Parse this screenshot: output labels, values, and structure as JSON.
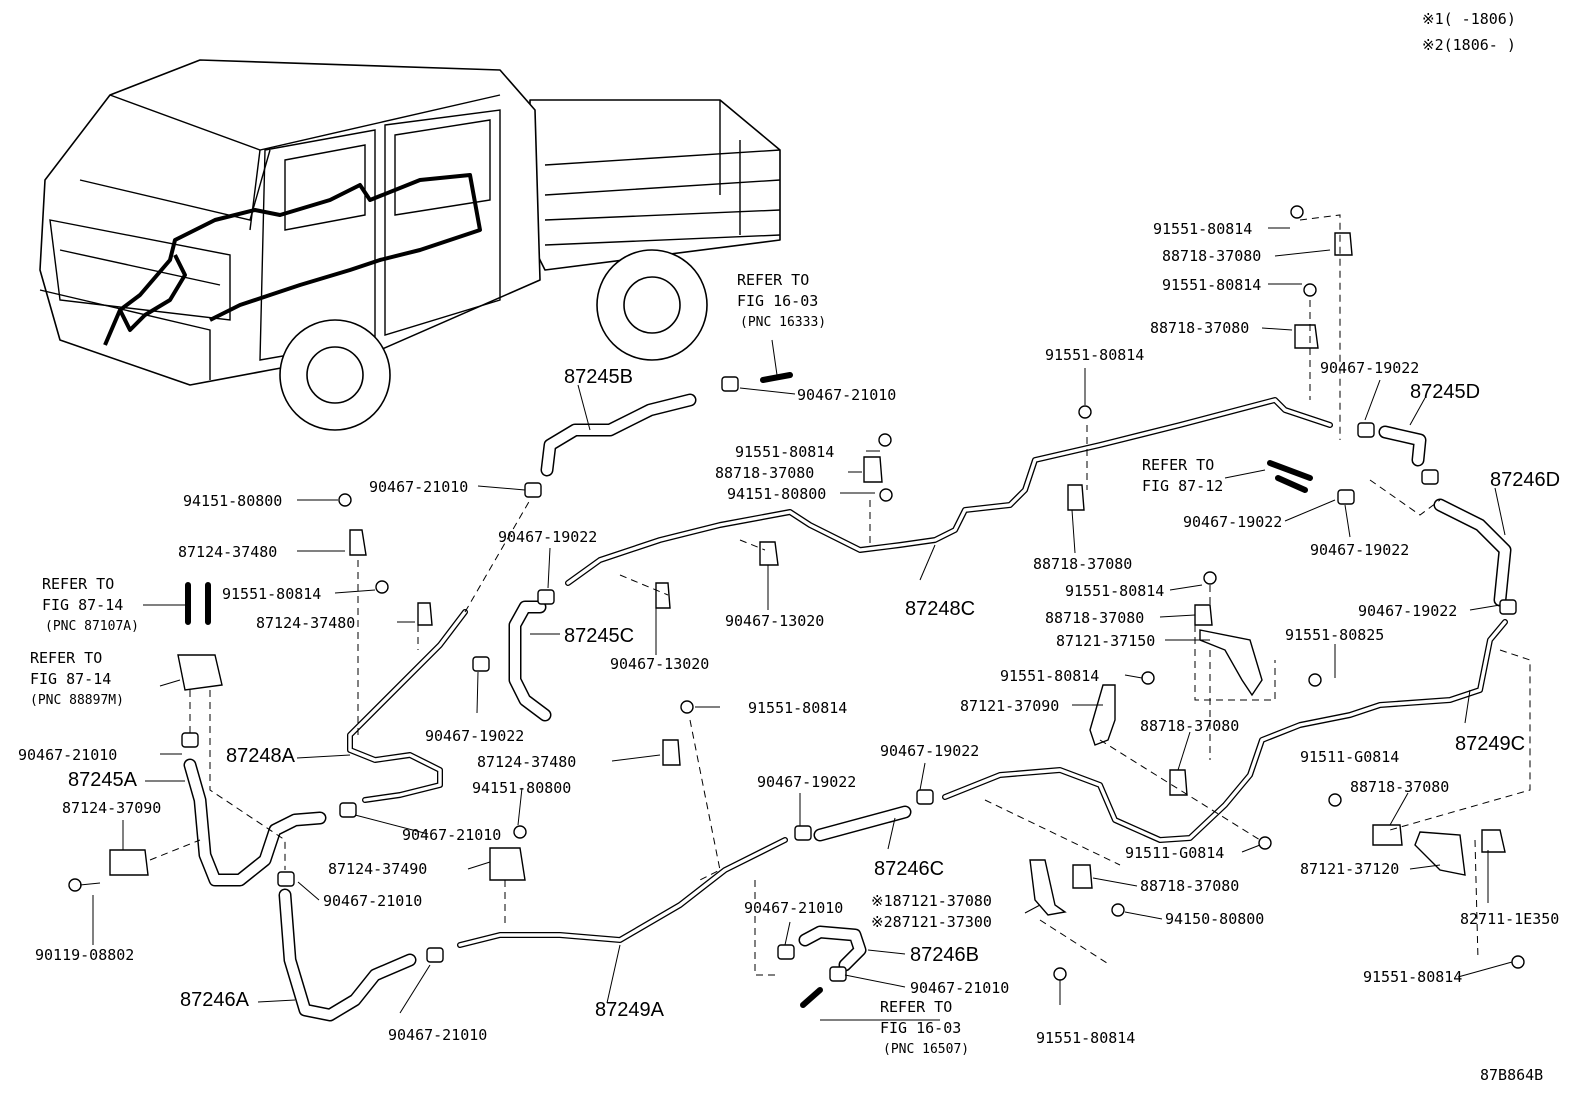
{
  "note1": "※1(      -1806)",
  "note2": "※2(1806-      )",
  "illustration_code": "87B864B",
  "parts": {
    "p87245A": "87245A",
    "p87245B": "87245B",
    "p87245C": "87245C",
    "p87245D": "87245D",
    "p87246A": "87246A",
    "p87246B": "87246B",
    "p87246C": "87246C",
    "p87246D": "87246D",
    "p87248A": "87248A",
    "p87248C": "87248C",
    "p87249A": "87249A",
    "p87249C": "87249C",
    "c90467_21010": "90467-21010",
    "c90467_19022": "90467-19022",
    "c90467_13020": "90467-13020",
    "c91551_80814": "91551-80814",
    "c91551_80825": "91551-80825",
    "c94151_80800": "94151-80800",
    "c94150_80800": "94150-80800",
    "c88718_37080": "88718-37080",
    "c87124_37480": "87124-37480",
    "c87124_37090": "87124-37090",
    "c87124_37490": "87124-37490",
    "c87121_37150": "87121-37150",
    "c87121_37090": "87121-37090",
    "c87121_37120": "87121-37120",
    "c91511_G0814": "91511-G0814",
    "c90119_08802": "90119-08802",
    "c82711_1E350": "82711-1E350",
    "s1_87121_37080": "※187121-37080",
    "s2_87121_37300": "※287121-37300"
  },
  "refs": {
    "refer_to": "REFER TO",
    "fig_16_03": "FIG 16-03",
    "fig_87_14": "FIG 87-14",
    "fig_87_12": "FIG 87-12",
    "pnc_16333": "(PNC 16333)",
    "pnc_87107A": "(PNC 87107A)",
    "pnc_88897M": "(PNC 88897M)",
    "pnc_16507": "(PNC 16507)"
  }
}
